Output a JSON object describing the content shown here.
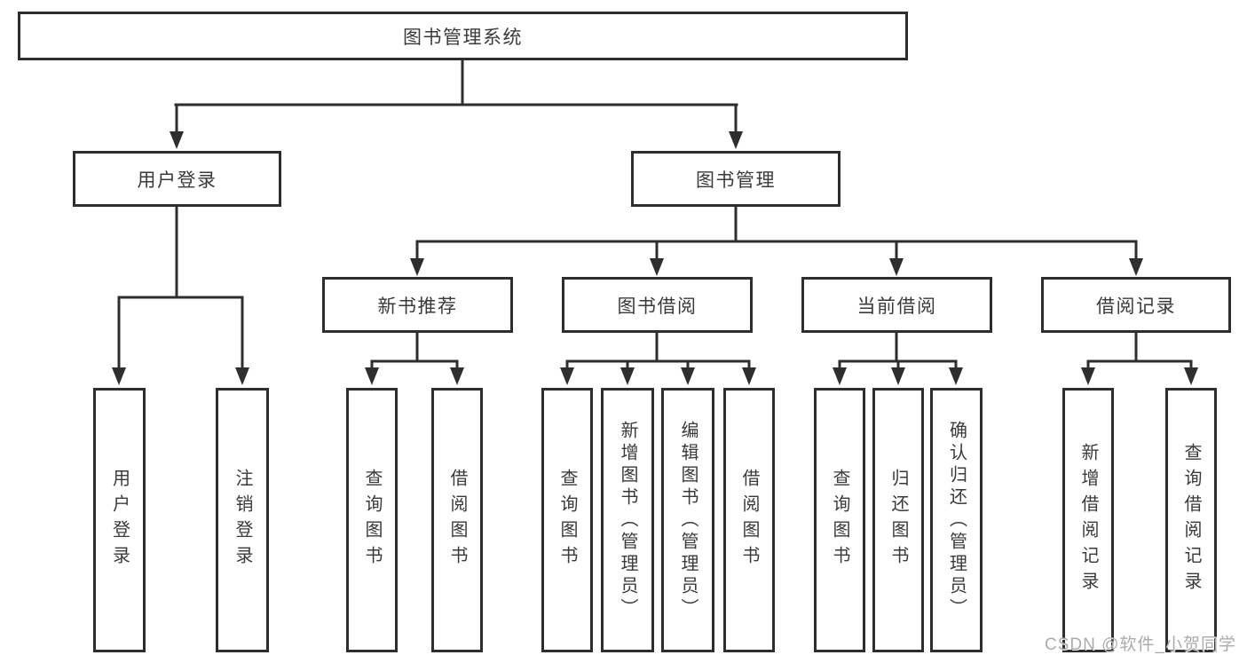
{
  "root": {
    "label": "图书管理系统",
    "children": [
      {
        "label": "用户登录",
        "children": [
          {
            "label": "用户登录"
          },
          {
            "label": "注销登录"
          }
        ]
      },
      {
        "label": "图书管理",
        "children": [
          {
            "label": "新书推荐",
            "children": [
              {
                "label": "查询图书"
              },
              {
                "label": "借阅图书"
              }
            ]
          },
          {
            "label": "图书借阅",
            "children": [
              {
                "label": "查询图书"
              },
              {
                "label": "新增图书（管理员）"
              },
              {
                "label": "编辑图书（管理员）"
              },
              {
                "label": "借阅图书"
              }
            ]
          },
          {
            "label": "当前借阅",
            "children": [
              {
                "label": "查询图书"
              },
              {
                "label": "归还图书"
              },
              {
                "label": "确认归还（管理员）"
              }
            ]
          },
          {
            "label": "借阅记录",
            "children": [
              {
                "label": "新增借阅记录"
              },
              {
                "label": "查询借阅记录"
              }
            ]
          }
        ]
      }
    ]
  },
  "watermark": "CSDN @软件_小贺同学",
  "colors": {
    "box_border": "#2e2e2e",
    "box_fill": "#ffffff",
    "text": "#3a3a3a",
    "connector": "#2e2e2e",
    "watermark": "#ababab",
    "background": "#ffffff"
  }
}
